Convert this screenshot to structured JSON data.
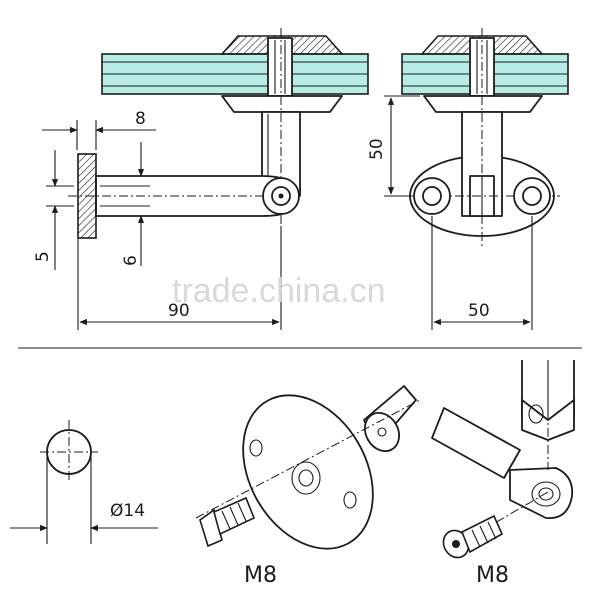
{
  "dimensions": {
    "top_offset": "8",
    "left_gap": "5",
    "inner_gap": "6",
    "total_length": "90",
    "height": "50",
    "base_width": "50",
    "tube_diameter": "Ø14"
  },
  "screw_labels": {
    "left": "M8",
    "right": "M8"
  },
  "watermark": "trade.china.cn",
  "colors": {
    "glass": "#b8ece6",
    "line": "#1c1c1c"
  }
}
